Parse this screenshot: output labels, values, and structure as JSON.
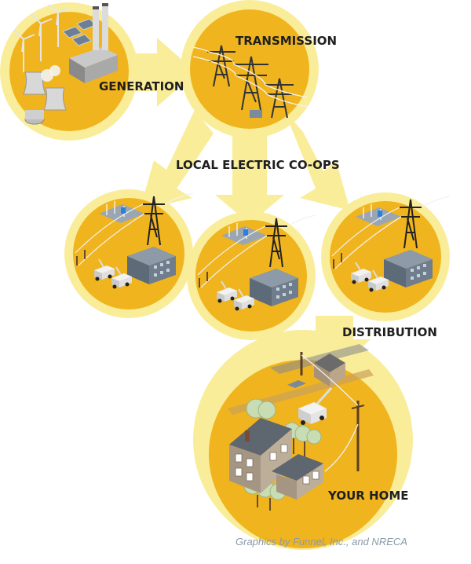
{
  "labels": {
    "generation": "GENERATION",
    "transmission": "TRANSMISSION",
    "local_coops": "LOCAL ELECTRIC CO-OPS",
    "distribution": "DISTRIBUTION",
    "your_home": "YOUR HOME"
  },
  "credit": "Graphics by Funnel, Inc., and NRECA",
  "colors": {
    "ring": "#f9ed9a",
    "disc": "#f0b41e",
    "arrow": "#f9ed9a",
    "label": "#1f1f1f",
    "credit": "#8a9aa8"
  }
}
